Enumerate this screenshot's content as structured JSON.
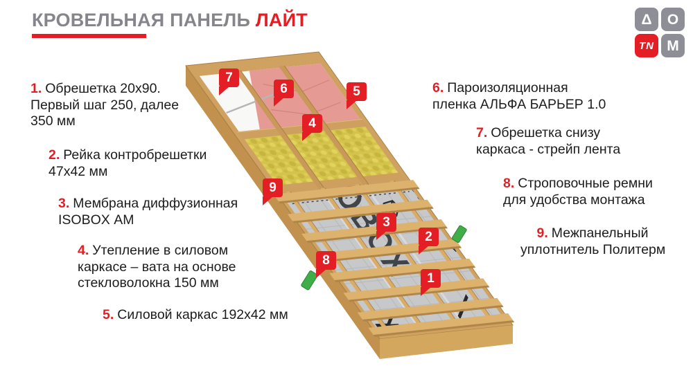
{
  "title": {
    "main": "КРОВЕЛЬНАЯ ПАНЕЛЬ",
    "accent": "ЛАЙТ"
  },
  "logo": {
    "cells": [
      "Δ",
      "О",
      "TN",
      "М"
    ]
  },
  "annotations": [
    {
      "num": "1.",
      "first": "Обрешетка 20х90.",
      "rest": [
        "Первый шаг 250, далее",
        "350 мм"
      ]
    },
    {
      "num": "2.",
      "first": "Рейка контробрешетки",
      "rest": [
        "47х42 мм"
      ]
    },
    {
      "num": "3.",
      "first": "Мембрана диффузионная",
      "rest": [
        "ISOBOX АМ"
      ]
    },
    {
      "num": "4.",
      "first": "Утепление в силовом",
      "rest": [
        "каркасе – вата на основе",
        "стекловолокна 150 мм"
      ]
    },
    {
      "num": "5.",
      "first": "Силовой каркас 192х42 мм",
      "rest": []
    },
    {
      "num": "6.",
      "first": "Пароизоляционная",
      "rest": [
        "пленка АЛЬФА БАРЬЕР 1.0"
      ]
    },
    {
      "num": "7.",
      "first": "Обрешетка снизу",
      "rest": [
        "каркаса - стрейп лента"
      ]
    },
    {
      "num": "8.",
      "first": "Строповочные ремни",
      "rest": [
        "для удобства монтажа"
      ]
    },
    {
      "num": "9.",
      "first": "Межпанельный",
      "rest": [
        "уплотнитель Политерм"
      ]
    }
  ],
  "markers": [
    "1",
    "2",
    "3",
    "4",
    "5",
    "6",
    "7",
    "8",
    "9"
  ],
  "illustration": {
    "membrane_text": "ISOBOX",
    "membrane_mark": "X"
  },
  "colors": {
    "accent": "#e31e24",
    "wood": "#cfa261",
    "woodlight": "#dcb26d",
    "wooddark": "#b08648",
    "membrane": "#c7c8ca",
    "insulation": "#d5c44c",
    "pink": "#e59a93",
    "green": "#3fae49",
    "titlegray": "#85858b",
    "ink": "#1c1c1c"
  }
}
